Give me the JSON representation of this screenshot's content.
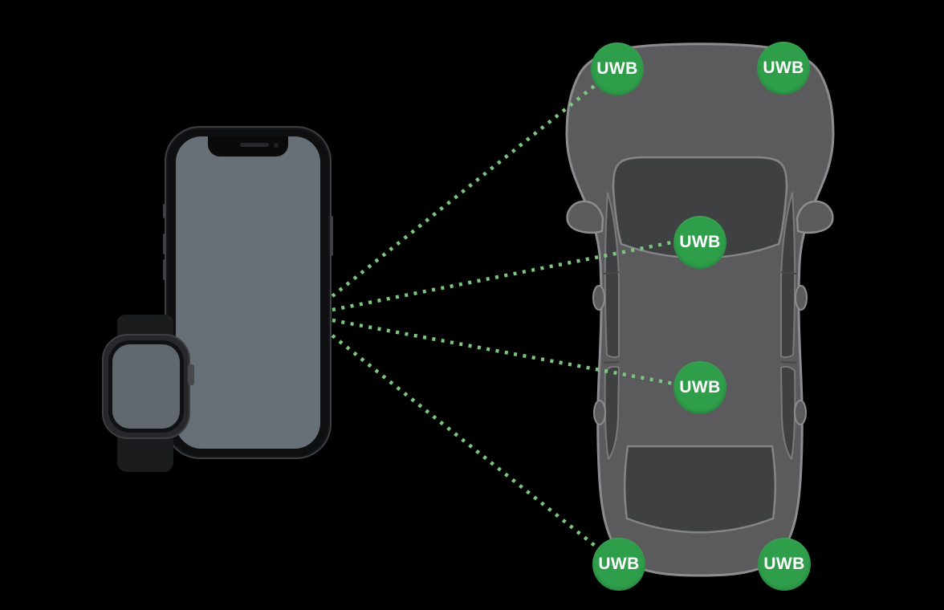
{
  "scene": {
    "type": "illustration-diagram",
    "subject": "uwb-digital-car-key-ranging",
    "background_color": "#000000"
  },
  "devices": [
    {
      "id": "iphone"
    },
    {
      "id": "apple-watch"
    },
    {
      "id": "car-top-view"
    }
  ],
  "uwb_nodes": [
    {
      "id": "car-front-left",
      "label": "UWB"
    },
    {
      "id": "car-front-right",
      "label": "UWB"
    },
    {
      "id": "car-windshield-base",
      "label": "UWB"
    },
    {
      "id": "car-roof-center",
      "label": "UWB"
    },
    {
      "id": "car-rear-left",
      "label": "UWB"
    },
    {
      "id": "car-rear-right",
      "label": "UWB"
    }
  ],
  "connections": [
    {
      "from": "iphone",
      "to": "car-front-left",
      "style": "dotted"
    },
    {
      "from": "iphone",
      "to": "car-windshield-base",
      "style": "dotted"
    },
    {
      "from": "iphone",
      "to": "car-roof-center",
      "style": "dotted"
    },
    {
      "from": "iphone",
      "to": "car-rear-left",
      "style": "dotted"
    }
  ],
  "colors": {
    "uwb_badge_green": "#2f9e4a",
    "uwb_label_text": "#ffffff",
    "dotted_line_green": "#7cc77f",
    "car_body_gray": "#5b5b5d",
    "car_outline_gray": "#8d8d90",
    "car_glass_dark": "#3f4042",
    "phone_screen_gray": "#687077",
    "watch_screen_gray": "#61696f"
  }
}
